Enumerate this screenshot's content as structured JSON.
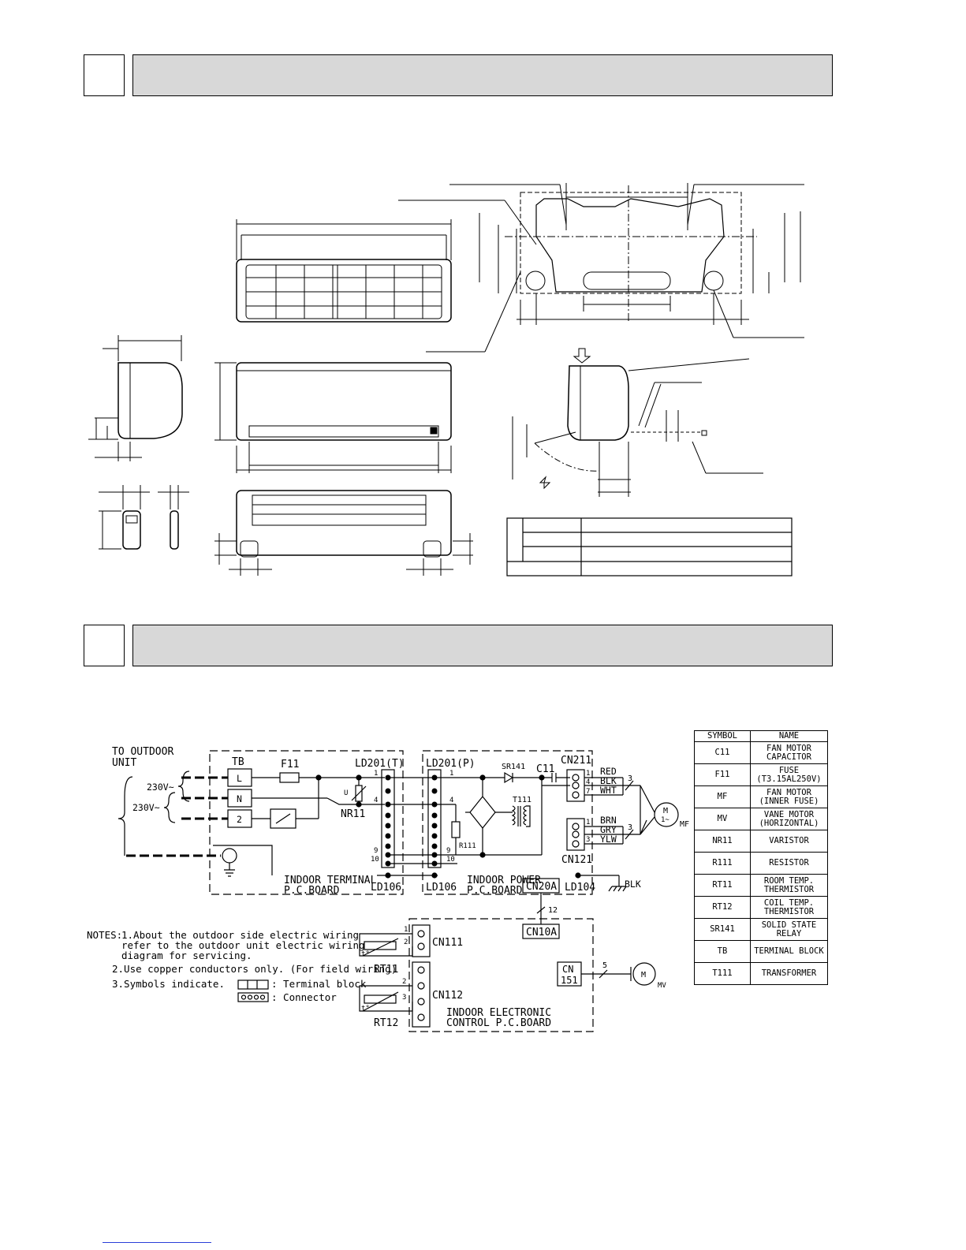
{
  "sections": [
    {
      "number": "",
      "title": ""
    },
    {
      "number": "",
      "title": ""
    }
  ],
  "wiring": {
    "to_outdoor_line1": "TO OUTDOOR",
    "to_outdoor_line2": "UNIT",
    "v230a": "230V~",
    "v230b": "230V~",
    "tb": "TB",
    "tb_l": "L",
    "tb_n": "N",
    "tb_2": "2",
    "f11": "F11",
    "u": "U",
    "nr11": "NR11",
    "ld201t": "LD201(T)",
    "ld201p": "LD201(P)",
    "sr141": "SR141",
    "c11": "C11",
    "cn211": "CN211",
    "t111": "T111",
    "r111": "R111",
    "cn121": "CN121",
    "red": "RED",
    "blk": "BLK",
    "wht": "WHT",
    "brn": "BRN",
    "gry": "GRY",
    "ylw": "YLW",
    "pin1": "1",
    "pin4": "4",
    "pin7": "7",
    "pin9": "9",
    "pin10": "10",
    "three": "3",
    "mf": "MF",
    "mf_m": "M",
    "mf_phase": "1~",
    "indoor_terminal_1": "INDOOR TERMINAL",
    "indoor_terminal_2": "P.C.BOARD",
    "ld106a": "LD106",
    "ld106b": "LD106",
    "indoor_power_1": "INDOOR POWER",
    "indoor_power_2": "P.C.BOARD",
    "cn20a": "CN20A",
    "ld104": "LD104",
    "blk_ground": "BLK",
    "twelve": "12",
    "cn10a": "CN10A",
    "cn111": "CN111",
    "cn112": "CN112",
    "rt11": "RT11",
    "rt12": "RT12",
    "cn151_1": "CN",
    "cn151_2": "151",
    "five": "5",
    "mv": "MV",
    "mv_m": "M",
    "electronic_1": "INDOOR ELECTRONIC",
    "electronic_2": "CONTROL P.C.BOARD",
    "pin2": "2",
    "pin3": "3",
    "t_deg": "t°"
  },
  "notes": {
    "label": "NOTES:",
    "n1_a": "1.About the outdoor side electric wiring",
    "n1_b": "refer to the outdoor unit electric wiring",
    "n1_c": "diagram for servicing.",
    "n2": "2.Use copper conductors only. (For field wiring)",
    "n3": "3.Symbols indicate.",
    "terminal_block": ": Terminal block",
    "connector": ": Connector"
  },
  "legend": {
    "headers": {
      "symbol": "SYMBOL",
      "name": "NAME"
    },
    "rows": [
      {
        "symbol": "C11",
        "name1": "FAN MOTOR",
        "name2": "CAPACITOR"
      },
      {
        "symbol": "F11",
        "name1": "FUSE",
        "name2": "(T3.15AL250V)"
      },
      {
        "symbol": "MF",
        "name1": "FAN MOTOR",
        "name2": "(INNER FUSE)"
      },
      {
        "symbol": "MV",
        "name1": "VANE MOTOR",
        "name2": "(HORIZONTAL)"
      },
      {
        "symbol": "NR11",
        "name1": "VARISTOR",
        "name2": ""
      },
      {
        "symbol": "R111",
        "name1": "RESISTOR",
        "name2": ""
      },
      {
        "symbol": "RT11",
        "name1": "ROOM TEMP.",
        "name2": "THERMISTOR"
      },
      {
        "symbol": "RT12",
        "name1": "COIL TEMP.",
        "name2": "THERMISTOR"
      },
      {
        "symbol": "SR141",
        "name1": "SOLID STATE",
        "name2": "RELAY"
      },
      {
        "symbol": "TB",
        "name1": "TERMINAL BLOCK",
        "name2": ""
      },
      {
        "symbol": "T111",
        "name1": "TRANSFORMER",
        "name2": ""
      }
    ]
  }
}
